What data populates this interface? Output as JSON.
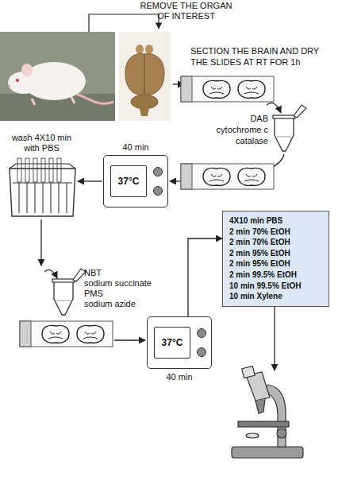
{
  "diagram": {
    "nodes": [
      {
        "text": [
          "40 min",
          "37°C"
        ]
      },
      {
        "text": [
          "4X10 min PBS",
          "2 min 70% EtOH",
          "2 min 70% EtOH",
          "2 min 95% EtOH",
          "2 min 95% EtOH",
          "2 min 99.5% EtOH",
          "10 min 99.5% EtOH",
          "10 min Xylene"
        ]
      },
      {
        "text": [
          "40 min",
          "37°C"
        ]
      }
    ],
    "edges": [
      {
        "from": 2,
        "to": 1,
        "arrow": "to"
      }
    ],
    "labels": [
      "REMOVE THE ORGAN OF INTEREST",
      "SECTION THE BRAIN AND DRY THE SLIDES AT RT FOR 1h",
      "DAB",
      "cytochrome c",
      "catalase",
      "wash 4X10 min with PBS",
      "NBT",
      "sodium succinate",
      "PMS",
      "sodium azide"
    ]
  }
}
